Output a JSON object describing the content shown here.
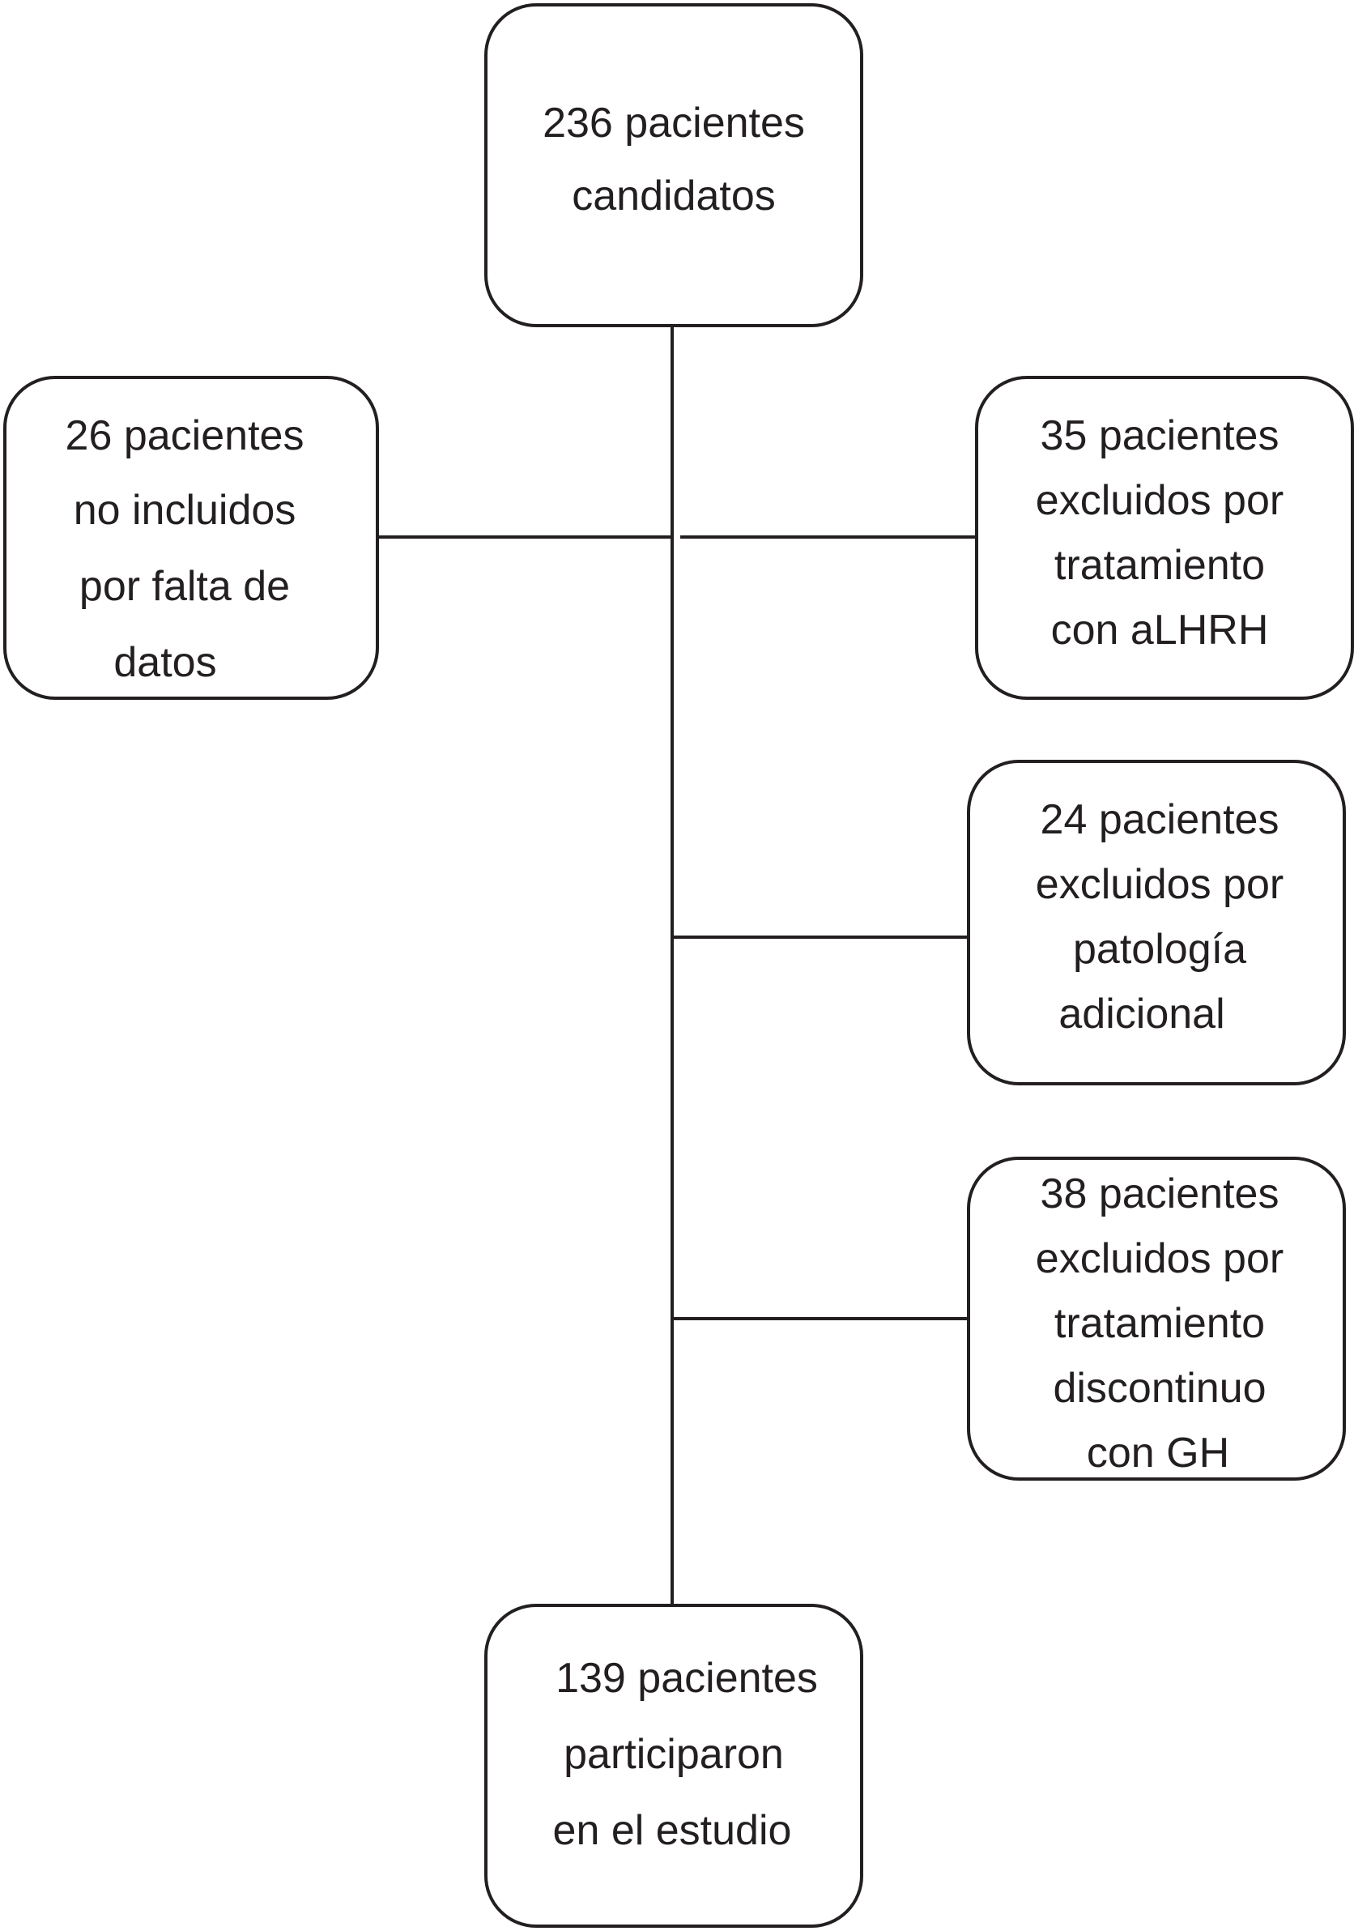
{
  "boxes": {
    "top": {
      "lines": [
        "236 pacientes",
        "candidatos"
      ]
    },
    "left": {
      "lines": [
        "26 pacientes",
        "no incluidos",
        "por falta de",
        "datos"
      ]
    },
    "right1": {
      "lines": [
        "35 pacientes",
        "excluidos por",
        "tratamiento",
        "con aLHRH"
      ]
    },
    "right2": {
      "lines": [
        "24 pacientes",
        "excluidos por",
        "patología",
        "adicional"
      ]
    },
    "right3": {
      "lines": [
        "38 pacientes",
        "excluidos por",
        "tratamiento",
        "discontinuo",
        "con GH"
      ]
    },
    "bottom": {
      "lines": [
        "139 pacientes",
        "participaron",
        "en el estudio"
      ]
    }
  },
  "colors": {
    "stroke": "#231f20",
    "background": "#ffffff"
  }
}
